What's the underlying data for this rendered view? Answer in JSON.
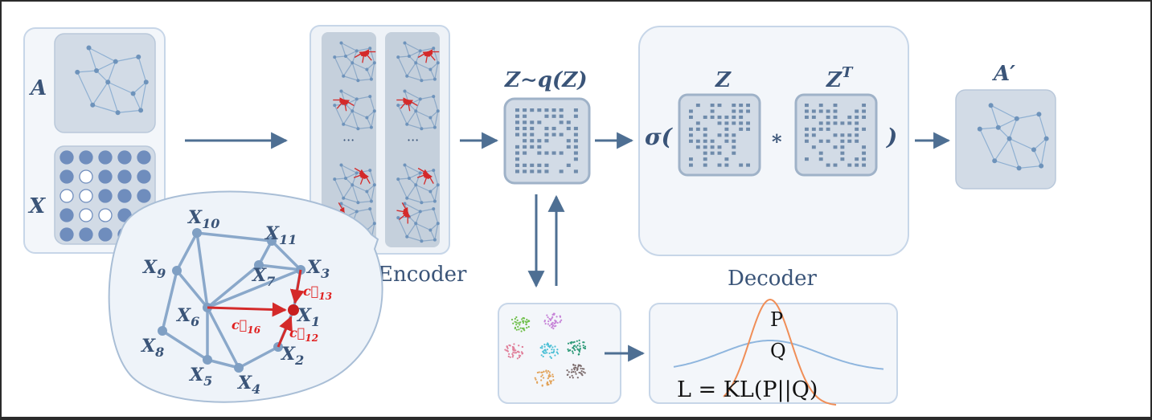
{
  "colors": {
    "frame": "#2b2b2b",
    "background": "#ffffff",
    "panel_fill": "#f3f6fa",
    "panel_stroke": "#c7d6e8",
    "tile_fill": "#d2dbe6",
    "tile_stroke": "#b9c8da",
    "graph_edge": "#8fb0d2",
    "graph_node": "#6e93bb",
    "arrow": "#4e6f93",
    "matrix_cell": "#6f8bab",
    "feature_dot": "#6f8dbd",
    "red": "#d42a2a",
    "label": "#3a5478",
    "curve_p": "#f08e57",
    "curve_q": "#8fb6de"
  },
  "input": {
    "adjacency_label": "A",
    "feature_label": "X"
  },
  "zoom": {
    "node_labels": {
      "x10": "X",
      "x10_sub": "10",
      "x11": "X",
      "x11_sub": "11",
      "x9": "X",
      "x9_sub": "9",
      "x7": "X",
      "x7_sub": "7",
      "x3": "X",
      "x3_sub": "3",
      "x6": "X",
      "x6_sub": "6",
      "x1": "X",
      "x1_sub": "1",
      "x8": "X",
      "x8_sub": "8",
      "x2": "X",
      "x2_sub": "2",
      "x5": "X",
      "x5_sub": "5",
      "x4": "X",
      "x4_sub": "4"
    },
    "vector_labels": {
      "c13": "c⃗",
      "c13_sub": "13",
      "c16": "c⃗",
      "c16_sub": "16",
      "c12": "c⃗",
      "c12_sub": "12"
    }
  },
  "encoder": {
    "label": "Encoder",
    "ellipsis": "···"
  },
  "latent": {
    "label": "Z∼q(Z)"
  },
  "decoder": {
    "label": "Decoder",
    "sigma": "σ(",
    "close_paren": ")",
    "z_label": "Z",
    "zt_label": "Z",
    "zt_sup": "T",
    "multiply": "*"
  },
  "output": {
    "label": "A′"
  },
  "loss": {
    "p_label": "P",
    "q_label": "Q",
    "formula": "L = KL(P||Q)"
  }
}
